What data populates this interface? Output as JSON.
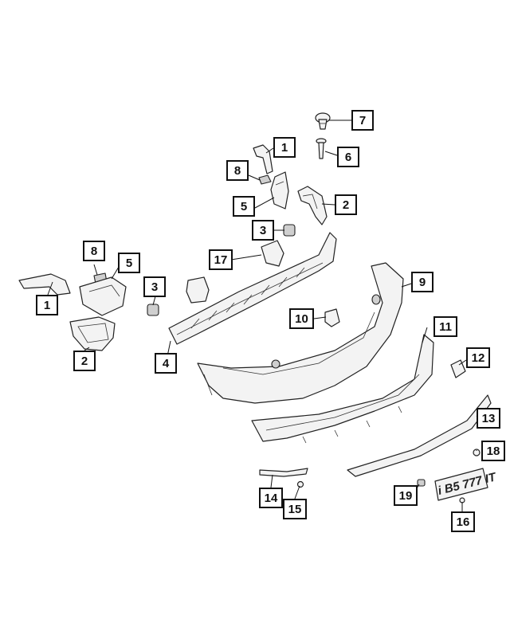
{
  "callouts": [
    {
      "id": "c7a",
      "label": "7"
    },
    {
      "id": "c6a",
      "label": "6"
    },
    {
      "id": "c1a",
      "label": "1"
    },
    {
      "id": "c8a",
      "label": "8"
    },
    {
      "id": "c5a",
      "label": "5"
    },
    {
      "id": "c2a",
      "label": "2"
    },
    {
      "id": "c3a",
      "label": "3"
    },
    {
      "id": "c17",
      "label": "17"
    },
    {
      "id": "c8b",
      "label": "8"
    },
    {
      "id": "c5b",
      "label": "5"
    },
    {
      "id": "c3b",
      "label": "3"
    },
    {
      "id": "c1b",
      "label": "1"
    },
    {
      "id": "c9",
      "label": "9"
    },
    {
      "id": "c10",
      "label": "10"
    },
    {
      "id": "c11",
      "label": "11"
    },
    {
      "id": "c2b",
      "label": "2"
    },
    {
      "id": "c4",
      "label": "4"
    },
    {
      "id": "c12",
      "label": "12"
    },
    {
      "id": "c13",
      "label": "13"
    },
    {
      "id": "c18",
      "label": "18"
    },
    {
      "id": "c14",
      "label": "14"
    },
    {
      "id": "c15",
      "label": "15"
    },
    {
      "id": "c19",
      "label": "19"
    },
    {
      "id": "c16",
      "label": "16"
    }
  ],
  "license_plate": {
    "text": "i B5 777 IT"
  }
}
